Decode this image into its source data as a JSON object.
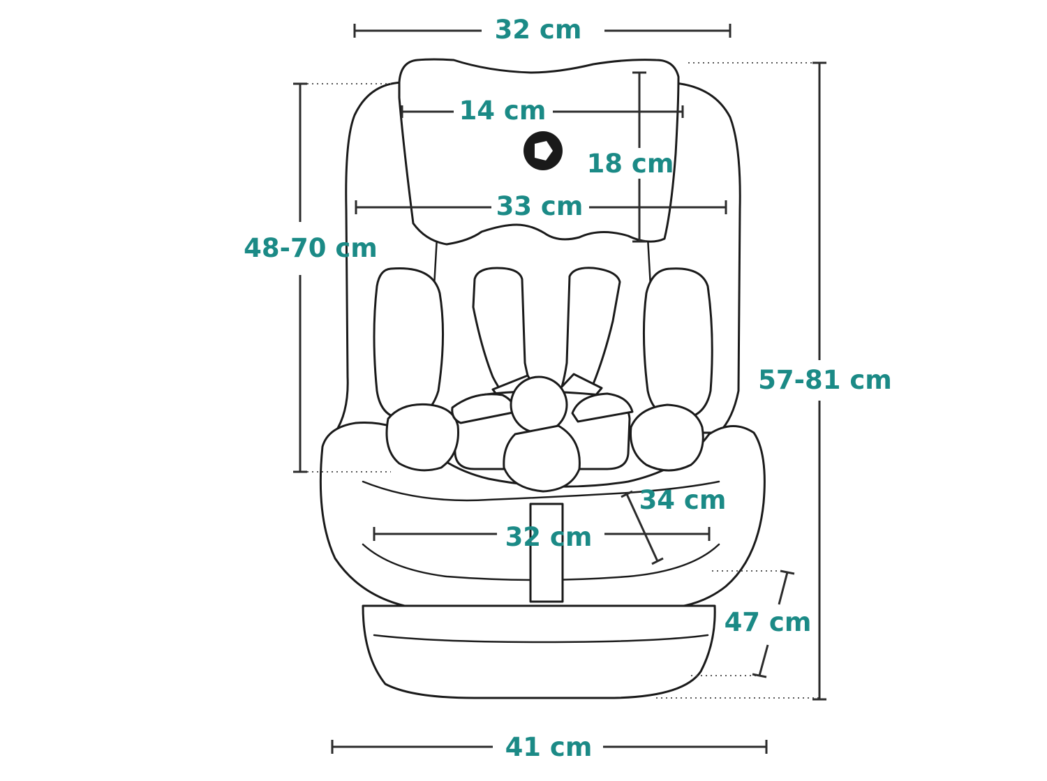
{
  "diagram": {
    "accent_color": "#1b8a86",
    "line_color": "#1a1a1a",
    "labels": {
      "top_width": "32 cm",
      "headrest_width": "14 cm",
      "headrest_height": "18 cm",
      "shoulder_width": "33 cm",
      "back_height": "48-70 cm",
      "total_height": "57-81 cm",
      "seat_depth": "34 cm",
      "seat_width": "32 cm",
      "base_depth": "47 cm",
      "base_width": "41 cm"
    }
  }
}
